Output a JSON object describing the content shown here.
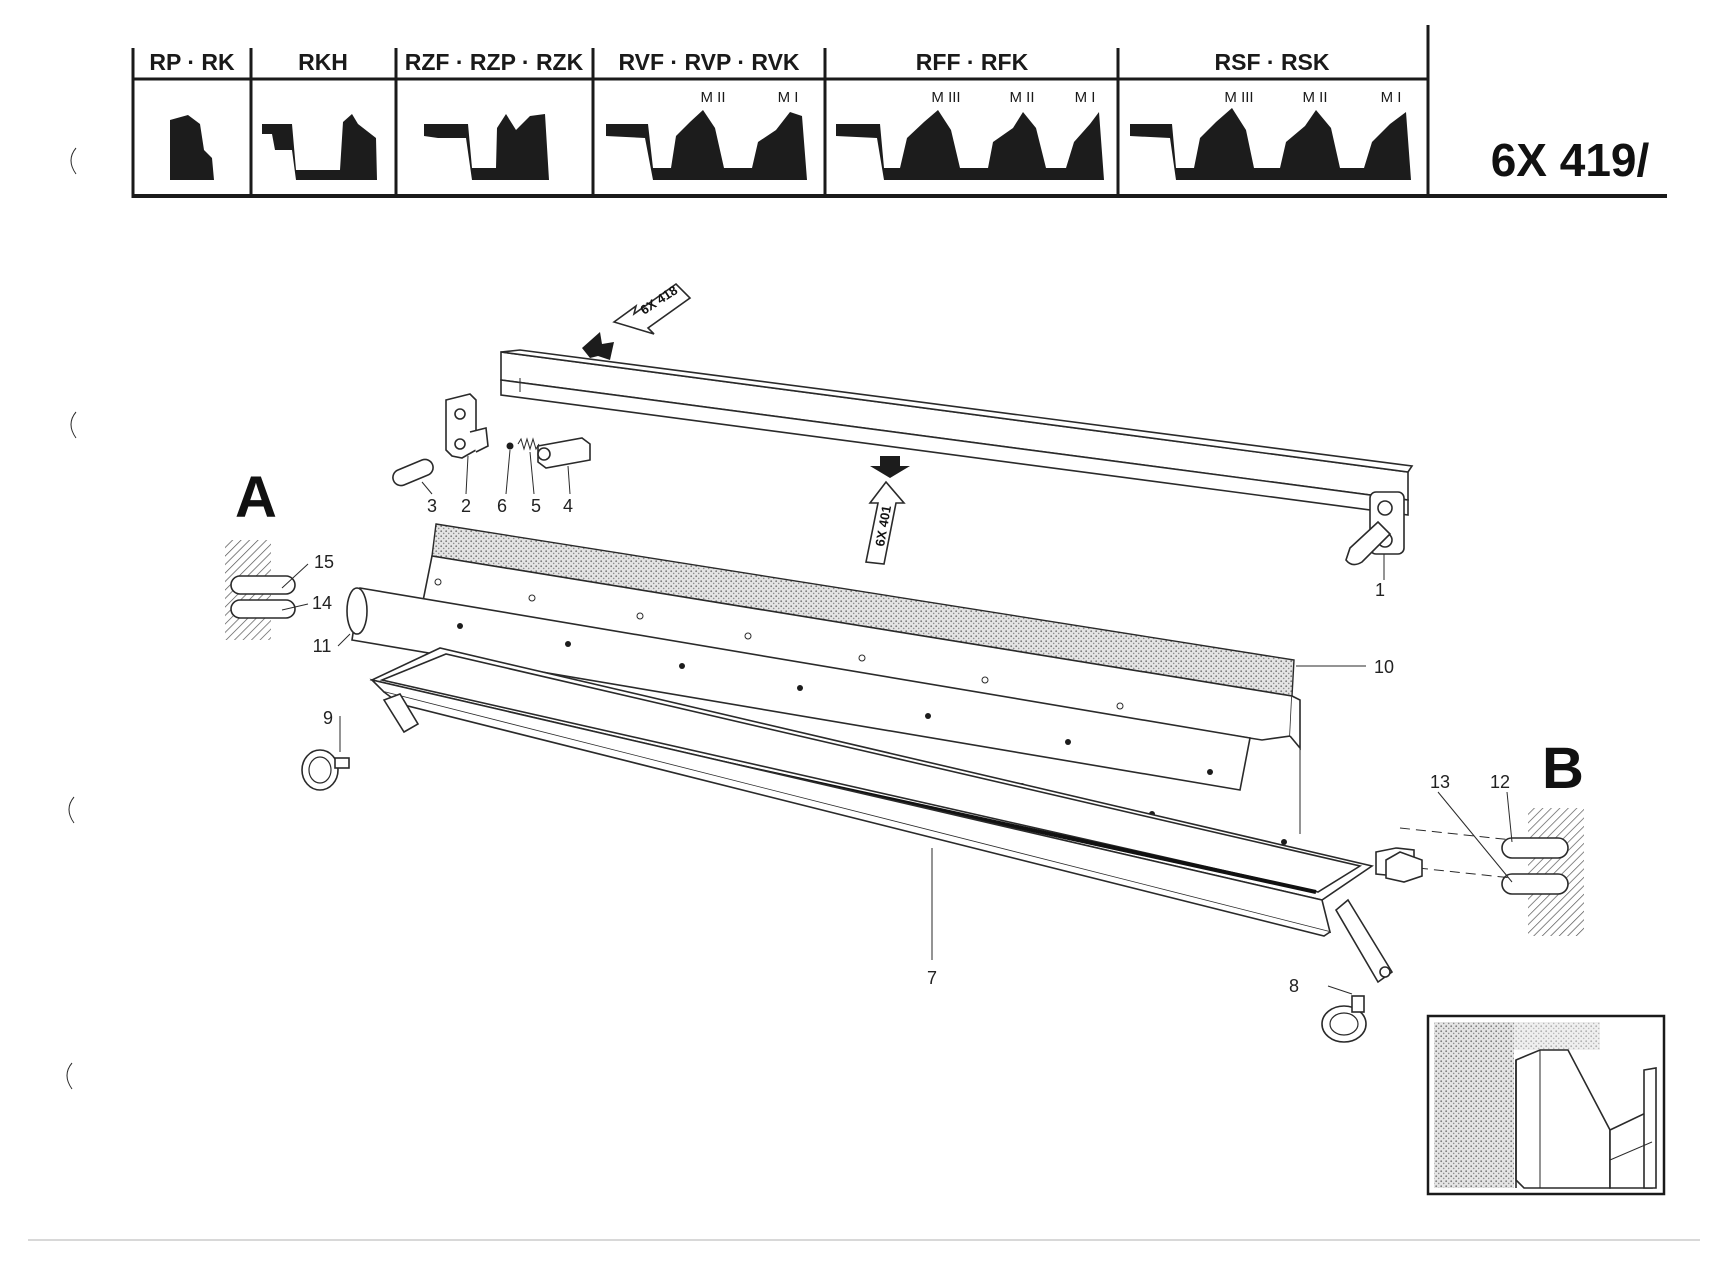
{
  "header": {
    "columns": [
      {
        "label": "RP · RK",
        "sub": []
      },
      {
        "label": "RKH",
        "sub": []
      },
      {
        "label": "RZF · RZP · RZK",
        "sub": []
      },
      {
        "label": "RVF · RVP · RVK",
        "sub": [
          "M II",
          "M I"
        ]
      },
      {
        "label": "RFF · RFK",
        "sub": [
          "M III",
          "M II",
          "M I"
        ]
      },
      {
        "label": "RSF · RSK",
        "sub": [
          "M III",
          "M II",
          "M I"
        ]
      }
    ],
    "drawing_number": "6X 419/"
  },
  "views": {
    "a": "A",
    "b": "B"
  },
  "references": {
    "top": "6X 418",
    "middle": "6X 401"
  },
  "callouts": [
    "1",
    "2",
    "3",
    "4",
    "5",
    "6",
    "7",
    "8",
    "9",
    "10",
    "11",
    "12",
    "13",
    "14",
    "15"
  ]
}
